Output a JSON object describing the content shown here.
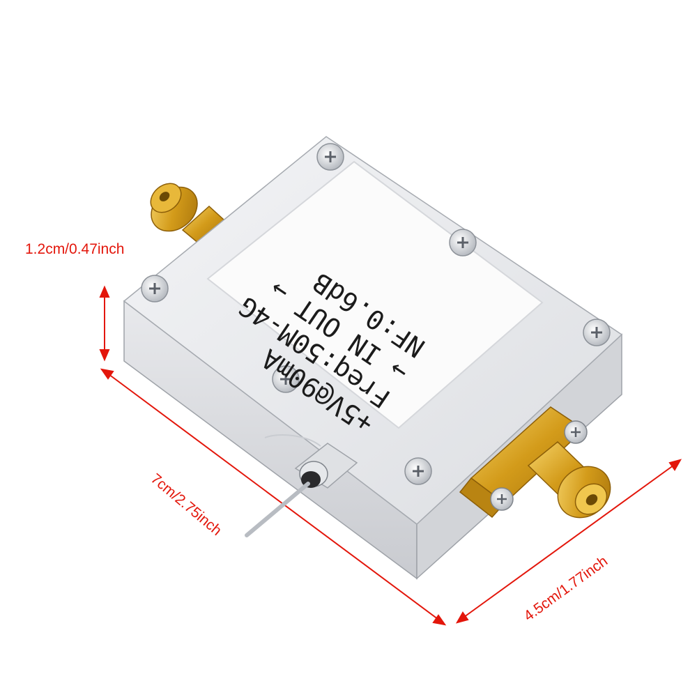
{
  "dimensions": {
    "height": "1.2cm/0.47inch",
    "length": "7cm/2.75inch",
    "width": "4.5cm/1.77inch"
  },
  "label_plate": {
    "line1": "+5V@90mA",
    "line2": "Freq:50M-4G",
    "line3": "→ IN   OUT →",
    "line4": "NF:0.6dB"
  },
  "colors": {
    "dimension": "#e3160b",
    "housing": "#e9eaec",
    "connector": "#d9a520",
    "label": "#fafafa"
  },
  "icons": [
    "sma-connector-icon",
    "phillips-screw-icon",
    "power-pin-icon"
  ]
}
